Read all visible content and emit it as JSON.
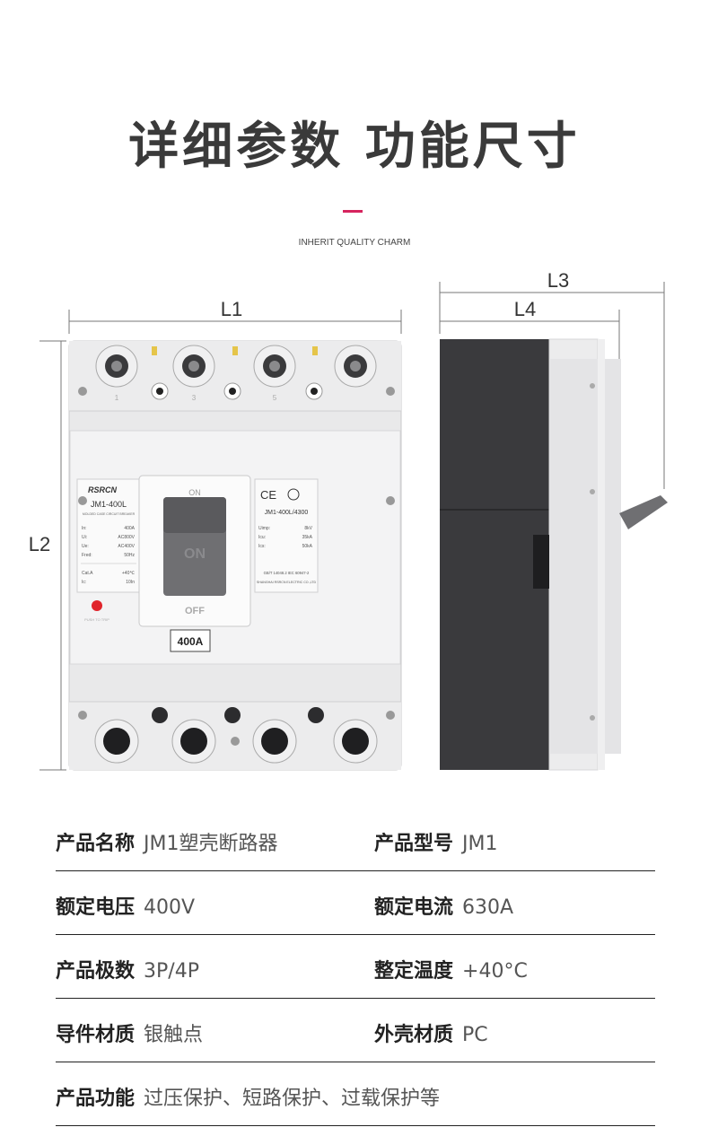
{
  "header": {
    "title": "详细参数 功能尺寸",
    "subtitle": "INHERIT QUALITY CHARM",
    "accent_color": "#d6245e"
  },
  "diagram": {
    "dims": {
      "l1": "L1",
      "l2": "L2",
      "l3": "L3",
      "l4": "L4"
    },
    "front": {
      "brand": "RSRCN",
      "model": "JM1-400L",
      "model_sub": "MOLDED CASE CIRCUIT BREAKER",
      "lines": [
        "In:",
        "Ui:",
        "Ue:",
        "Fred:",
        "Cat.A",
        "Ic:"
      ],
      "values": [
        "400A",
        "AC800V",
        "AC400V",
        "50Hz",
        "+40℃",
        "10In"
      ],
      "right_model": "JM1-400L/4300",
      "right_lines": [
        "Uimp:",
        "Icu:",
        "Ics:"
      ],
      "right_values": [
        "8kV",
        "35kA",
        "50kA"
      ],
      "std": "GB/T 14048.2   IEC 60947-2",
      "maker": "SHANGHAI RSRCN ELECTRIC CO.,LTD",
      "ce": "CE",
      "on": "ON",
      "off": "OFF",
      "handle_on": "ON",
      "rating": "400A",
      "terminals": [
        "1",
        "3",
        "5"
      ],
      "push": "PUSH TO TRIP"
    }
  },
  "specs": [
    {
      "label": "产品名称",
      "value": "JM1塑壳断路器",
      "label2": "产品型号",
      "value2": "JM1"
    },
    {
      "label": "额定电压",
      "value": "400V",
      "label2": "额定电流",
      "value2": "630A"
    },
    {
      "label": "产品极数",
      "value": "3P/4P",
      "label2": "整定温度",
      "value2": "+40°C"
    },
    {
      "label": "导件材质",
      "value": "银触点",
      "label2": "外壳材质",
      "value2": "PC"
    },
    {
      "label": "产品功能",
      "value": "过压保护、短路保护、过载保护等"
    }
  ]
}
